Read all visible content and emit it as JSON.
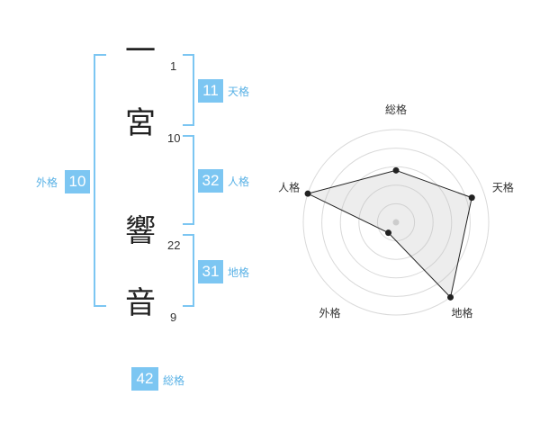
{
  "name": {
    "characters": [
      {
        "char": "一",
        "strokes": "1"
      },
      {
        "char": "宮",
        "strokes": "10"
      },
      {
        "char": "響",
        "strokes": "22"
      },
      {
        "char": "音",
        "strokes": "9"
      }
    ]
  },
  "scores": {
    "tenkaku": {
      "label": "天格",
      "value": "11"
    },
    "jinkaku": {
      "label": "人格",
      "value": "32"
    },
    "chikaku": {
      "label": "地格",
      "value": "31"
    },
    "gaikaku": {
      "label": "外格",
      "value": "10"
    },
    "soukaku": {
      "label": "総格",
      "value": "42"
    }
  },
  "colors": {
    "accent": "#7cc6f2",
    "label": "#5ab2e6"
  },
  "chart_data": {
    "type": "radar",
    "axes": [
      "総格",
      "天格",
      "地格",
      "外格",
      "人格"
    ],
    "values": [
      2.8,
      4.3,
      5.0,
      0.7,
      5.0
    ],
    "max": 5,
    "rings": 5,
    "grid": true
  }
}
